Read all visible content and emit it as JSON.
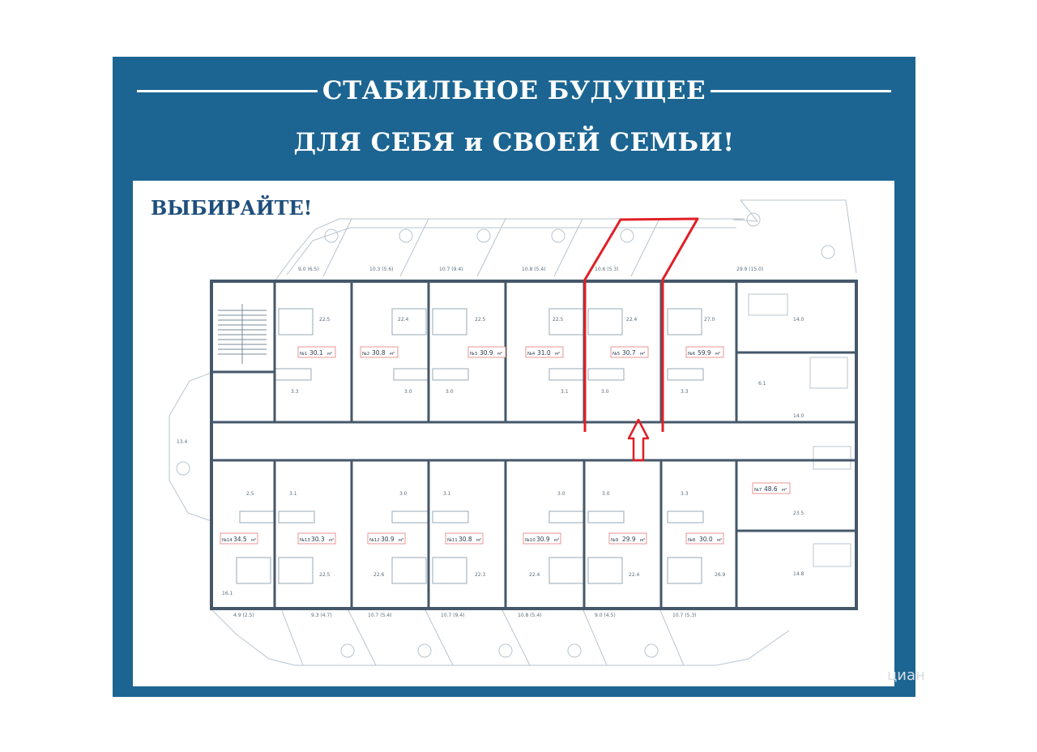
{
  "poster": {
    "headline_line1": "СТАБИЛЬНОЕ БУДУЩЕЕ",
    "headline_line2": "ДЛЯ СЕБЯ и СВОЕЙ СЕМЬИ!",
    "panel_title": "ВЫБИРАЙТЕ!",
    "brand_color": "#1c6592",
    "title_color": "#1f4f7c",
    "highlight_color": "#e01f26"
  },
  "top_balconies": [
    "9.0 (6.5)",
    "10.3 (5.6)",
    "10.7 (9.4)",
    "10.8 (5.4)",
    "10.6 (5.3)",
    "29.9 (15.0)"
  ],
  "top_row_units": [
    {
      "no": "№1",
      "area": "30.1",
      "unit": "м²",
      "room": "22.5",
      "bath": "3.3"
    },
    {
      "no": "№2",
      "area": "30.8",
      "unit": "м²",
      "room": "22.4",
      "bath": "3.0"
    },
    {
      "no": "№3",
      "area": "30.9",
      "unit": "м²",
      "room": "22.5",
      "bath": "3.0"
    },
    {
      "no": "№4",
      "area": "31.0",
      "unit": "м²",
      "room": "22.5",
      "bath": "3.1"
    },
    {
      "no": "№5",
      "area": "30.7",
      "unit": "м²",
      "room": "22.4",
      "bath": "3.0"
    },
    {
      "no": "№6",
      "area": "59.9",
      "unit": "м²",
      "room": "27.0",
      "bath": "3.3"
    }
  ],
  "right_block": {
    "room_a": "14.0",
    "room_b": "14.0",
    "room_c": "6.1",
    "room_d": "23.5",
    "room_e": "14.8",
    "unit_no": "№7",
    "unit_area": "48.6",
    "unit": "м²"
  },
  "bottom_row_units": [
    {
      "no": "№14",
      "area": "34.5",
      "unit": "м²",
      "room": "16.1",
      "bath": "2.5"
    },
    {
      "no": "№13",
      "area": "30.3",
      "unit": "м²",
      "room": "22.5",
      "bath": "3.1"
    },
    {
      "no": "№12",
      "area": "30.9",
      "unit": "м²",
      "room": "22.6",
      "bath": "3.0"
    },
    {
      "no": "№11",
      "area": "30.8",
      "unit": "м²",
      "room": "22.3",
      "bath": "3.1"
    },
    {
      "no": "№10",
      "area": "30.9",
      "unit": "м²",
      "room": "22.4",
      "bath": "3.0"
    },
    {
      "no": "№9",
      "area": "29.9",
      "unit": "м²",
      "room": "22.4",
      "bath": "3.0"
    },
    {
      "no": "№8",
      "area": "30.0",
      "unit": "м²",
      "room": "26.9",
      "bath": "3.3"
    }
  ],
  "bottom_balconies": [
    "4.9 (2.5)",
    "9.3 (4.7)",
    "10.7 (5.4)",
    "10.7 (9.4)",
    "10.8 (5.4)",
    "9.0 (4.5)",
    "10.7 (5.3)"
  ],
  "left_bay": {
    "area": "13.4"
  },
  "watermark": "циан"
}
